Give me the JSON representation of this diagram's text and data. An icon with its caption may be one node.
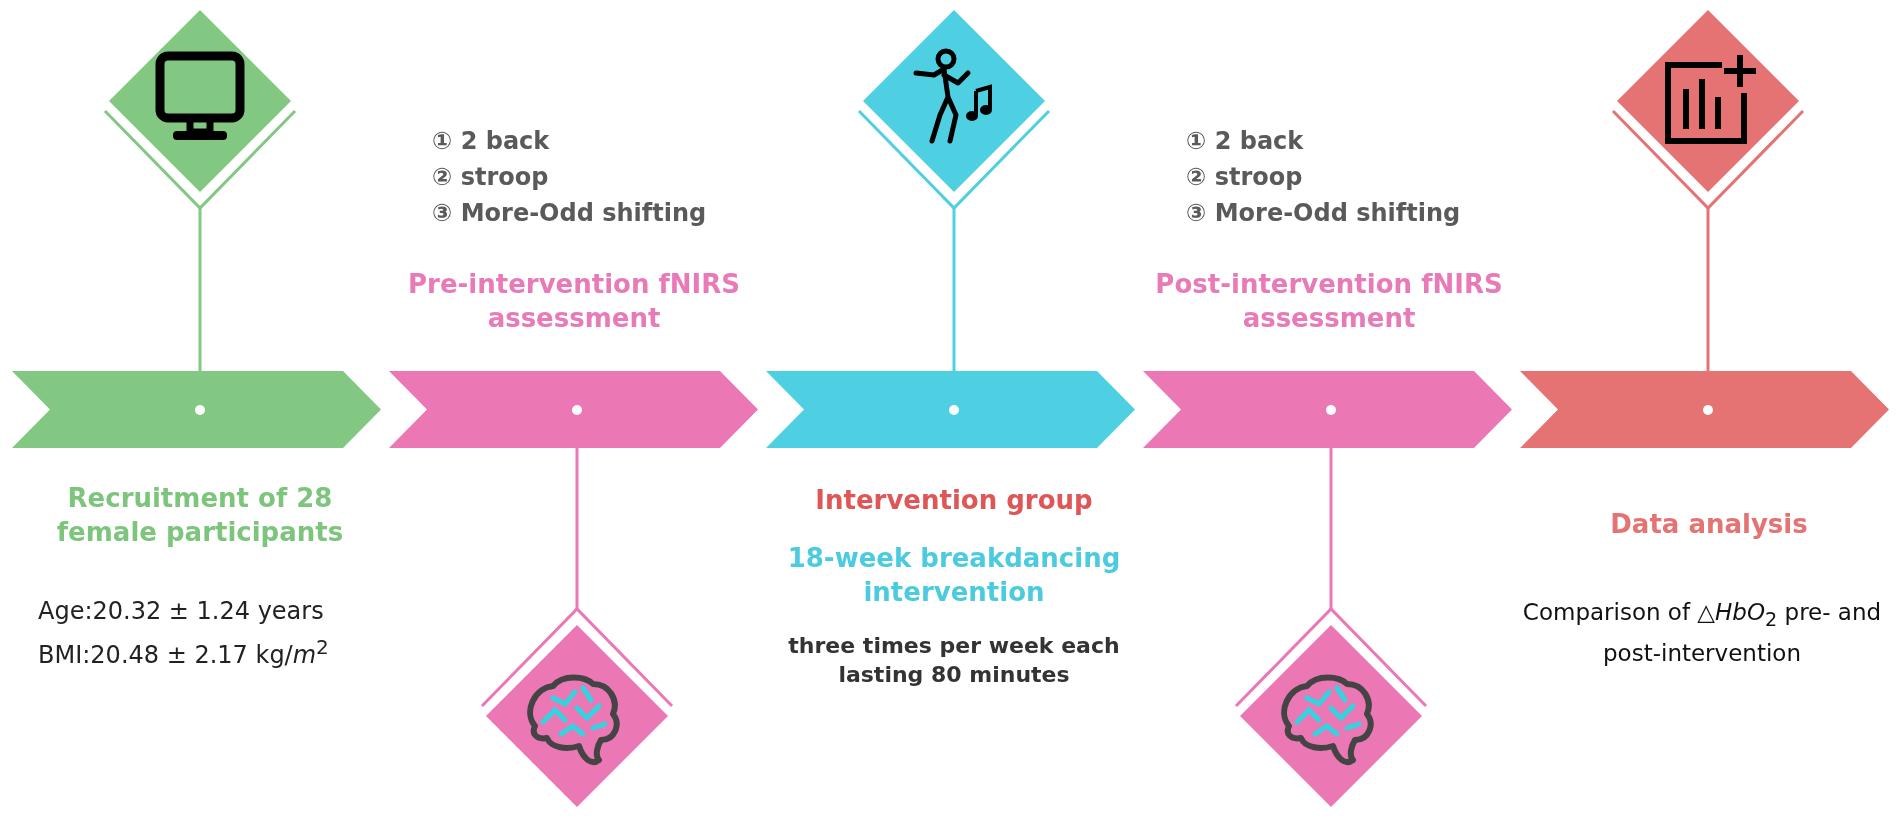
{
  "diagram": {
    "nodes": [
      {
        "text": [],
        "shape": "bar",
        "beside": [
          "Recruitment of 28 female participants",
          "Age:20.32 ± 1.24 years",
          "BMI:20.48 ± 2.17 kg/*m*$^{2}$"
        ]
      },
      {
        "text": [],
        "shape": "bar",
        "beside": [
          "① 2 back",
          "② stroop",
          "③ More-Odd shifting",
          "Pre-intervention fNIRS assessment"
        ]
      },
      {
        "text": [],
        "shape": "bar",
        "beside": [
          "Intervention group",
          "18-week breakdancing intervention",
          "three times per week each lasting 80 minutes"
        ]
      },
      {
        "text": [],
        "shape": "bar",
        "beside": [
          "① 2 back",
          "② stroop",
          "③ More-Odd shifting",
          "Post-intervention fNIRS assessment"
        ]
      },
      {
        "text": [],
        "shape": "bar",
        "beside": [
          "Data analysis",
          "Comparison of △*HbO*$_{2}$ pre- and post-intervention"
        ]
      },
      {
        "text": [],
        "shape": "diamond"
      },
      {
        "text": [],
        "shape": "diamond"
      },
      {
        "text": [],
        "shape": "diamond"
      },
      {
        "text": [],
        "shape": "diamond"
      },
      {
        "text": [],
        "shape": "diamond"
      }
    ],
    "edges": [
      {
        "from": 0,
        "to": 5,
        "arrow": "none",
        "color": "#82c882"
      },
      {
        "from": 1,
        "to": 6,
        "arrow": "none",
        "color": "#ec77b5"
      },
      {
        "from": 2,
        "to": 7,
        "arrow": "none",
        "color": "#4fd0e2"
      },
      {
        "from": 3,
        "to": 8,
        "arrow": "none",
        "color": "#ec77b5"
      },
      {
        "from": 4,
        "to": 9,
        "arrow": "none",
        "color": "#e57373"
      }
    ]
  }
}
